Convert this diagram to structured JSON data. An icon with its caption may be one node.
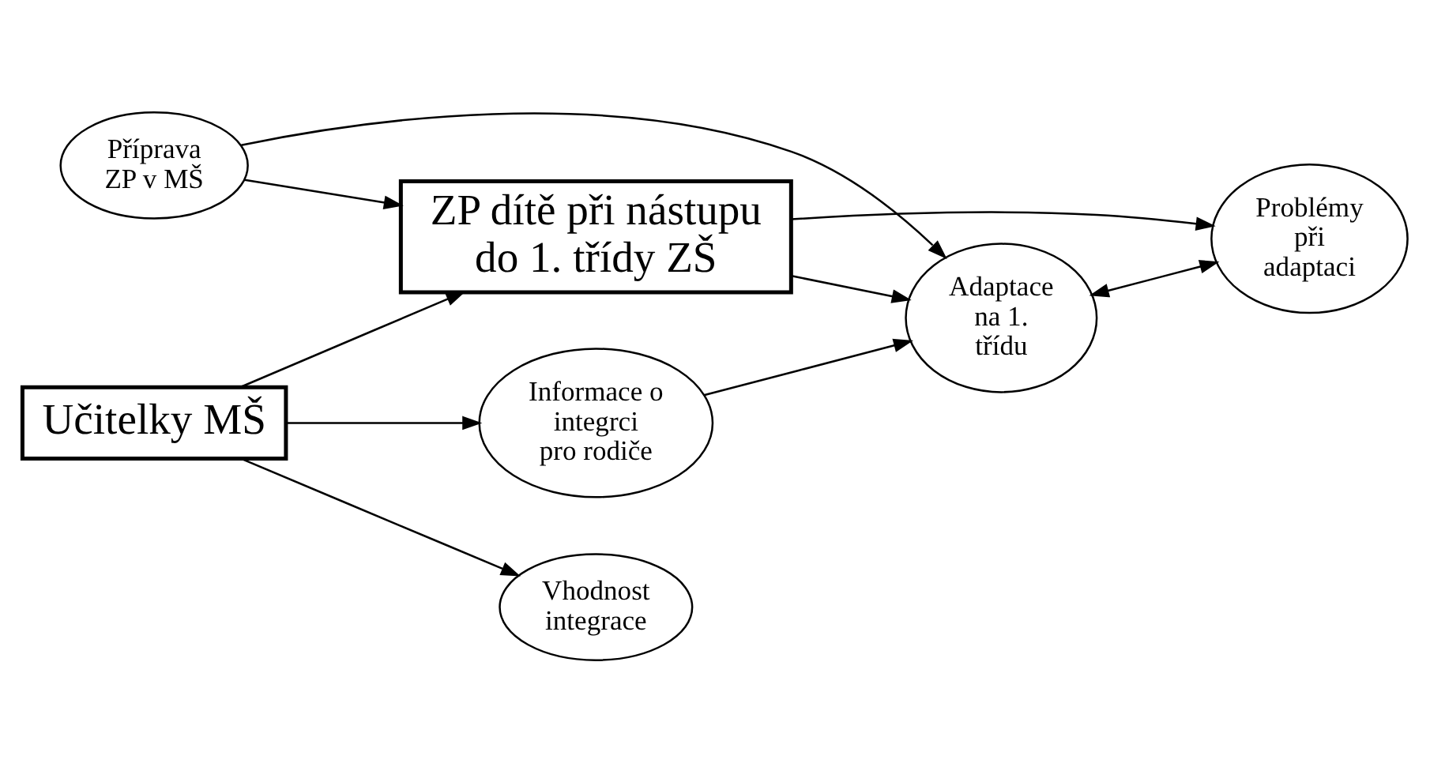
{
  "diagram": {
    "nodes": [
      {
        "text": [
          "Vhodnost integrace"
        ]
      },
      {
        "text": [
          "Příprava ZP v MŠ"
        ]
      },
      {
        "text": [
          "Adaptace na 1. třídu"
        ]
      },
      {
        "text": [
          "Učitelky MŠ"
        ]
      },
      {
        "text": [
          "ZP dítě při nástupu do 1. třídy ZŠ"
        ]
      },
      {
        "text": [
          "Problémy při adaptaci"
        ]
      },
      {
        "text": [
          "Informace o integrci pro rodiče"
        ]
      }
    ],
    "edges": [
      {
        "from": 3,
        "to": 0,
        "arrow": "to"
      },
      {
        "from": 3,
        "to": 4,
        "arrow": "to"
      },
      {
        "from": 3,
        "to": 6,
        "arrow": "to"
      },
      {
        "from": 1,
        "to": 4,
        "arrow": "to"
      },
      {
        "from": 1,
        "to": 2,
        "arrow": "to"
      },
      {
        "from": 4,
        "to": 2,
        "arrow": "to"
      },
      {
        "from": 4,
        "to": 5,
        "arrow": "to"
      },
      {
        "from": 2,
        "to": 5,
        "arrow": "both"
      },
      {
        "from": 6,
        "to": 2,
        "arrow": "to"
      }
    ]
  }
}
